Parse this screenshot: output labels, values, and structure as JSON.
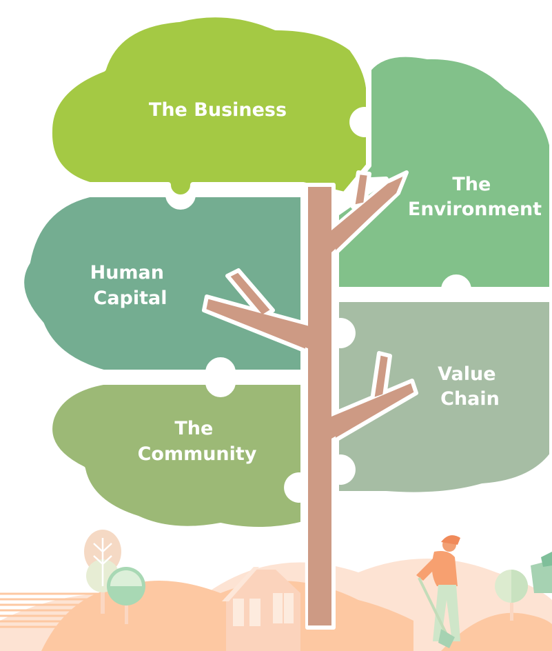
{
  "diagram": {
    "segments": [
      {
        "id": "business",
        "lines": [
          "The Business"
        ],
        "color": "#a4c944"
      },
      {
        "id": "environment",
        "lines": [
          "The",
          "Environment"
        ],
        "color": "#82c18a"
      },
      {
        "id": "human_capital",
        "lines": [
          "Human",
          "Capital"
        ],
        "color": "#74ad91"
      },
      {
        "id": "value_chain",
        "lines": [
          "Value",
          "Chain"
        ],
        "color": "#a6bda4"
      },
      {
        "id": "community",
        "lines": [
          "The",
          "Community"
        ],
        "color": "#9cb976"
      }
    ],
    "colors": {
      "trunk": "#cd9a84",
      "ground": "#fdc8a2",
      "hills_light": "#fde0cf",
      "outline": "#ffffff"
    }
  }
}
